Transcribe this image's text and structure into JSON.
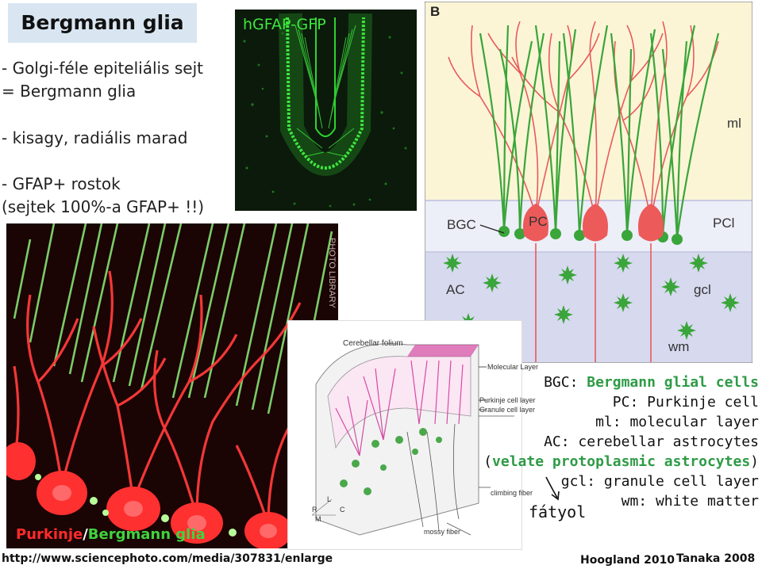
{
  "title": "Bergmann glia",
  "bullets": [
    "- Golgi-féle epiteliális sejt",
    " = Bergmann glia",
    "- kisagy, radiális marad",
    "-   GFAP+ rostok",
    "(sejtek 100%-a GFAP+ !!)"
  ],
  "gfp_panel": {
    "label": "hGFAP-GFP",
    "colors": {
      "bg": "#0b1a0b",
      "signal": "#3ee63e"
    }
  },
  "confocal_panel": {
    "caption_purkinje": "Purkinje",
    "caption_slash": "/",
    "caption_bergmann": "Bergmann glia",
    "watermark": "PHOTO LIBRARY",
    "colors": {
      "red": "#ff3030",
      "green": "#8cf07a"
    }
  },
  "schematic_b": {
    "panel_letter": "B",
    "layer_labels": {
      "ml": "ml",
      "pcl": "PCl",
      "gcl": "gcl",
      "wm": "wm"
    },
    "cell_labels": {
      "bgc": "BGC",
      "pc": "PC",
      "ac": "AC"
    },
    "colors": {
      "ml_bg": "#fbf5d6",
      "pcl_bg": "#eceef8",
      "gcl_bg": "#d7d9ef",
      "green": "#3aa53a",
      "red": "#e85a5a"
    }
  },
  "folium_drawing": {
    "title": "Cerebellar folium",
    "labels": [
      "Molecular Layer",
      "Purkinje cell layer",
      "Granule cell layer",
      "climbing fiber",
      "mossy fiber"
    ],
    "axis_letters": [
      "L",
      "R",
      "C",
      "M"
    ]
  },
  "legend": {
    "line1_prefix": "BGC: ",
    "line1_green": "Bergmann glial cells",
    "line2": "PC: Purkinje cell",
    "line3": "ml: molecular layer",
    "line4": "AC: cerebellar astrocytes",
    "line5_open": "(",
    "line5_green": "velate protoplasmic astrocytes",
    "line5_close": ")",
    "line6": "gcl: granule cell layer",
    "line7": "wm: white matter"
  },
  "fatyol": "fátyol",
  "credits": {
    "url": "http://www.sciencephoto.com/media/307831/enlarge",
    "hoogland": "Hoogland 2010",
    "tanaka": "Tanaka 2008"
  }
}
